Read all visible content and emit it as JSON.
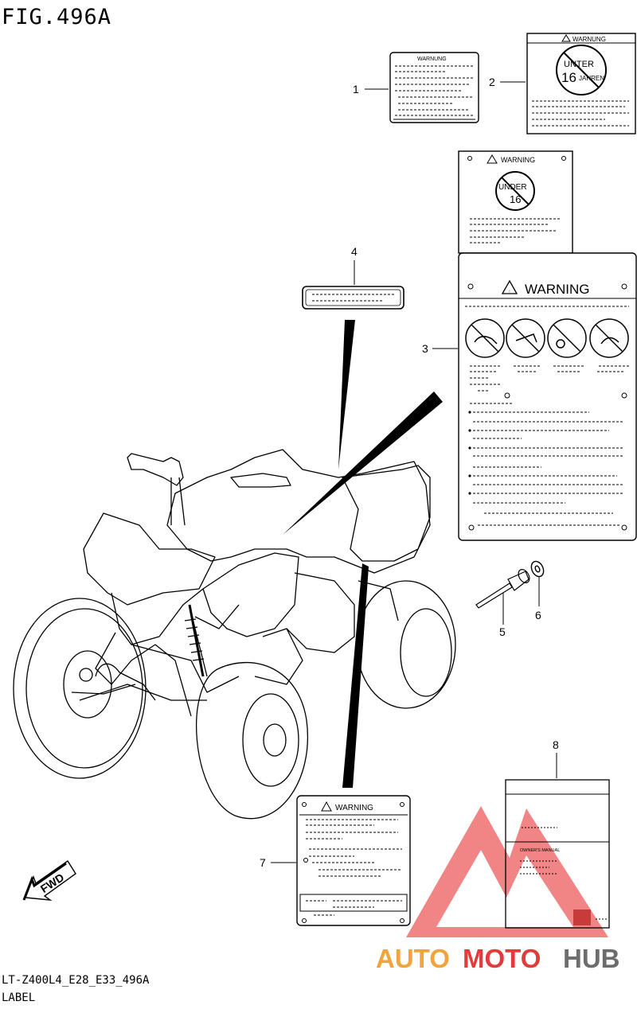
{
  "figure": {
    "title": "FIG.496A",
    "model_code": "LT-Z400L4_E28_E33_496A",
    "section_label": "LABEL"
  },
  "callouts": [
    {
      "number": "1"
    },
    {
      "number": "2"
    },
    {
      "number": "3"
    },
    {
      "number": "4"
    },
    {
      "number": "5"
    },
    {
      "number": "6"
    },
    {
      "number": "7"
    },
    {
      "number": "8"
    }
  ],
  "labels": {
    "warning_small": "WARNING",
    "warning_caps": "WARNUNG",
    "warning_large": "WARNING",
    "age_text_top": "UNTER",
    "age_num": "16",
    "age_text_bottom": "JAHREN",
    "age_text_part1": "UNDER",
    "age_num_part1": "16",
    "owners_manual": "OWNER'S MANUAL",
    "fwd_arrow": "FWD"
  },
  "watermark": {
    "brand_part1": "AUTO",
    "brand_part2": "MOTO",
    "brand_part3": "HUB",
    "color_orange": "#f2a33a",
    "color_red": "#e23b3b",
    "color_gray": "#6d6d6d"
  }
}
